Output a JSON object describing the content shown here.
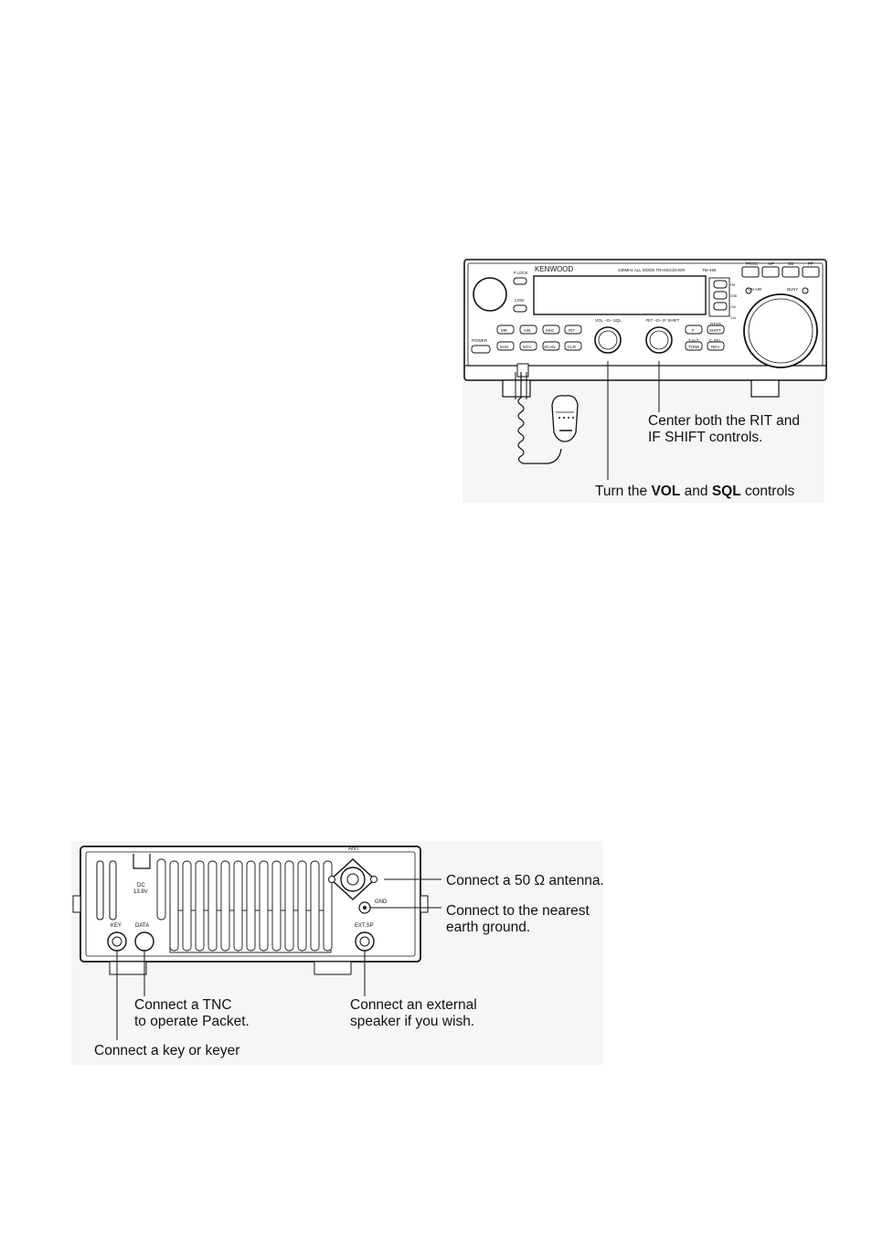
{
  "front_panel": {
    "brand": "KENWOOD",
    "model_line": "430MHz ALL MODE TRANSCEIVER",
    "model": "TM-455",
    "top_buttons": [
      "PROC",
      "AIP",
      "NB",
      "PF"
    ],
    "on_air": "ON AIR",
    "busy": "BUSY",
    "flock": "F.LOCK",
    "low": "LOW",
    "power": "POWER",
    "row1_buttons": [
      "MR",
      "A/B",
      "MHz",
      "RIT"
    ],
    "row2_buttons": [
      "M.IN",
      "M>V",
      "SCAN",
      "CLR"
    ],
    "vol_sql": "VOL –O– SQL",
    "rit_shift": "RIT –O– IF SHIFT",
    "f_key": "F",
    "dtss": "DTSS",
    "shift": "SHIFT",
    "talt": "T.ALT",
    "tone": "TONE",
    "csel": "C.SEL",
    "rev": "REV",
    "mode_keys": [
      "FM",
      "SSB",
      "CW",
      "CAL"
    ],
    "callout_center_line1": "Center both the RIT and",
    "callout_center_line2": "IF SHIFT controls.",
    "callout_turn_pre": "Turn the ",
    "callout_turn_vol": "VOL",
    "callout_turn_and": " and ",
    "callout_turn_sql": "SQL",
    "callout_turn_post": " controls"
  },
  "rear_panel": {
    "ant": "ANT",
    "dc": "DC",
    "dc_volt": "13.8V",
    "gnd": "GND",
    "key": "KEY",
    "data": "DATA",
    "extsp": "EXT.SP",
    "callout_antenna": "Connect a 50 Ω antenna.",
    "callout_ground_line1": "Connect to the nearest",
    "callout_ground_line2": "earth ground.",
    "callout_tnc_line1": "Connect a TNC",
    "callout_tnc_line2": "to operate Packet.",
    "callout_speaker_line1": "Connect an external",
    "callout_speaker_line2": "speaker if you wish.",
    "callout_key": "Connect a key or keyer"
  }
}
